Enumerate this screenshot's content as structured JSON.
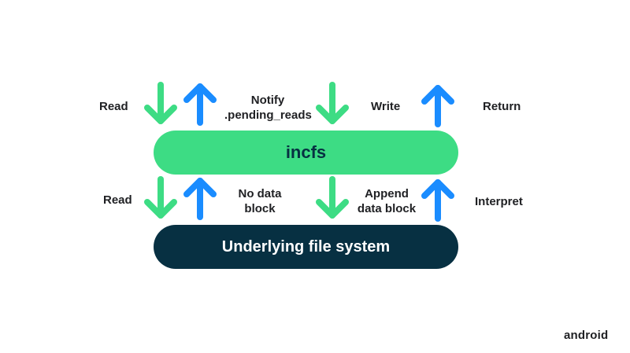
{
  "diagram": {
    "top_labels": {
      "read": "Read",
      "notify_line1": "Notify",
      "notify_line2": ".pending_reads",
      "write": "Write",
      "return": "Return"
    },
    "bottom_labels": {
      "read": "Read",
      "no_data_line1": "No data",
      "no_data_line2": "block",
      "append_line1": "Append",
      "append_line2": "data block",
      "interpret": "Interpret"
    },
    "incfs_bar": "incfs",
    "fs_bar": "Underlying file system",
    "colors": {
      "green_arrow": "#3ddc84",
      "blue_arrow": "#1a8cff",
      "incfs_bar": "#3ddc84",
      "fs_bar": "#073042"
    }
  },
  "brand": {
    "logo_text": "android"
  }
}
